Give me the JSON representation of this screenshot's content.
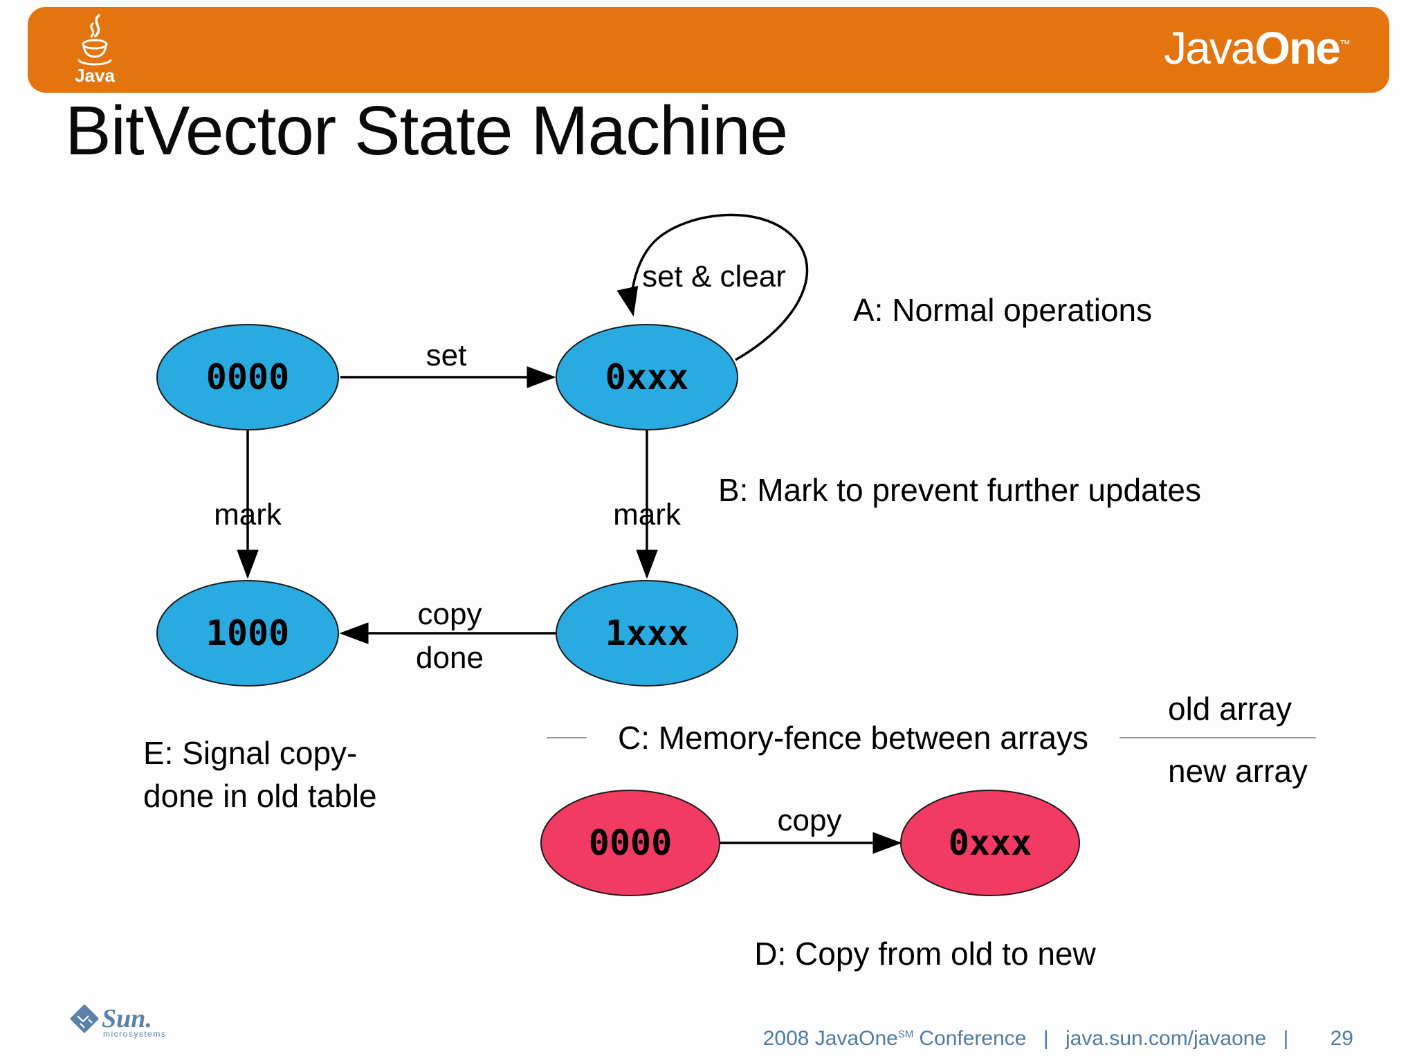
{
  "header": {
    "bar_color": "#e4740e",
    "java_logo_text": "Java",
    "javaone_part1": "Java",
    "javaone_part2": "One",
    "javaone_tm": "™"
  },
  "slide": {
    "title": "BitVector State Machine"
  },
  "diagram": {
    "colors": {
      "state_blue": "#29abe2",
      "state_pink": "#f23b63",
      "arrow_black": "#000000",
      "fence_gray": "#999999"
    },
    "nodes": [
      {
        "label": "0000",
        "group": "blue-old-array"
      },
      {
        "label": "0xxx",
        "group": "blue-old-array"
      },
      {
        "label": "1000",
        "group": "blue-old-array"
      },
      {
        "label": "1xxx",
        "group": "blue-old-array"
      },
      {
        "label": "0000",
        "group": "pink-new-array"
      },
      {
        "label": "0xxx",
        "group": "pink-new-array"
      }
    ],
    "edge_labels": {
      "set": "set",
      "set_and_clear": "set & clear",
      "mark_left": "mark",
      "mark_right": "mark",
      "copy_done_line1": "copy",
      "copy_done_line2": "done",
      "copy": "copy"
    },
    "annotations": {
      "a": "A: Normal operations",
      "b": "B: Mark to prevent further updates",
      "c": "C: Memory-fence between arrays",
      "d": "D: Copy from old to new",
      "e_line1": "E: Signal copy-",
      "e_line2": "done in old table",
      "old_array": "old array",
      "new_array": "new array"
    }
  },
  "footer": {
    "sun_logo_text": "Sun.",
    "sun_logo_subtext": "microsystems",
    "conference_prefix": "2008 JavaOne",
    "conference_sm": "SM",
    "conference_suffix": "Conference",
    "separator": "|",
    "url": "java.sun.com/javaone",
    "page_number": "29"
  }
}
